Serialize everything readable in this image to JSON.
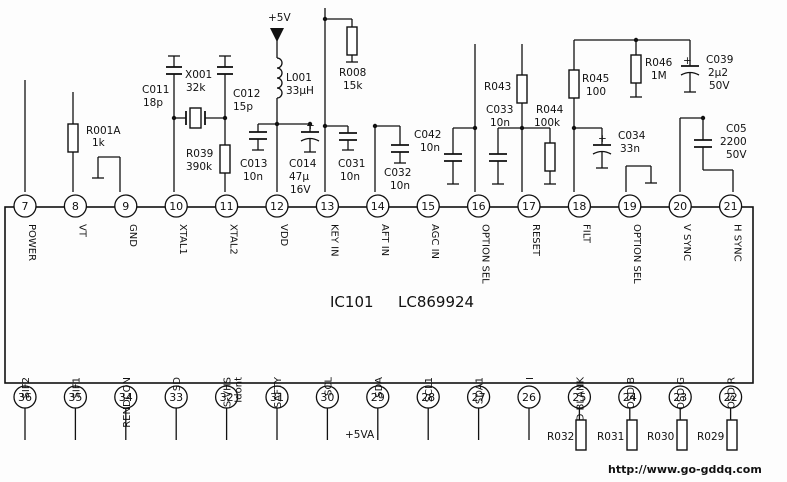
{
  "ic": {
    "ref": "IC101",
    "part": "LC869924"
  },
  "supply": {
    "plus5v": "+5V",
    "plus5va": "+5VA"
  },
  "top_pins": [
    {
      "num": "7",
      "label": "POWER"
    },
    {
      "num": "8",
      "label": "VT"
    },
    {
      "num": "9",
      "label": "GND"
    },
    {
      "num": "10",
      "label": "XTAL1"
    },
    {
      "num": "11",
      "label": "XTAL2"
    },
    {
      "num": "12",
      "label": "VDD"
    },
    {
      "num": "13",
      "label": "KEY IN"
    },
    {
      "num": "14",
      "label": "AFT IN"
    },
    {
      "num": "15",
      "label": "AGC IN"
    },
    {
      "num": "16",
      "label": "OPTION SEL"
    },
    {
      "num": "17",
      "label": "RESET"
    },
    {
      "num": "18",
      "label": "FILT"
    },
    {
      "num": "19",
      "label": "OPTION SEL"
    },
    {
      "num": "20",
      "label": "V SYNC"
    },
    {
      "num": "21",
      "label": "H SYNC"
    }
  ],
  "bottom_pins": [
    {
      "num": "36",
      "label": "SIF2"
    },
    {
      "num": "35",
      "label": "SIF1"
    },
    {
      "num": "34",
      "label": "RENDCON"
    },
    {
      "num": "33",
      "label": "SD"
    },
    {
      "num": "32",
      "label": "S-VHS",
      "label2": "Idont"
    },
    {
      "num": "31",
      "label": "SAFTY"
    },
    {
      "num": "30",
      "label": "SCL"
    },
    {
      "num": "29",
      "label": "SDA"
    },
    {
      "num": "28",
      "label": "SCL1"
    },
    {
      "num": "27",
      "label": "SDA1"
    },
    {
      "num": "26",
      "label": "I"
    },
    {
      "num": "25",
      "label": "OSD BLANK"
    },
    {
      "num": "24",
      "label": "OSD B"
    },
    {
      "num": "23",
      "label": "OSD G"
    },
    {
      "num": "22",
      "label": "OSD R"
    }
  ],
  "components": {
    "R001A": {
      "ref": "R001A",
      "value": "1k"
    },
    "C011": {
      "ref": "C011",
      "value": "18p"
    },
    "X001": {
      "ref": "X001",
      "value": "32k"
    },
    "C012": {
      "ref": "C012",
      "value": "15p"
    },
    "R039": {
      "ref": "R039",
      "value": "390k"
    },
    "L001": {
      "ref": "L001",
      "value": "33μH"
    },
    "C013": {
      "ref": "C013",
      "value": "10n"
    },
    "C014": {
      "ref": "C014",
      "value": "47μ",
      "value2": "16V"
    },
    "R008": {
      "ref": "R008",
      "value": "15k"
    },
    "C031": {
      "ref": "C031",
      "value": "10n"
    },
    "C032": {
      "ref": "C032",
      "value": "10n"
    },
    "C042": {
      "ref": "C042",
      "value": "10n"
    },
    "R043": {
      "ref": "R043"
    },
    "C033": {
      "ref": "C033",
      "value": "10n"
    },
    "R044": {
      "ref": "R044",
      "value": "100k"
    },
    "R045": {
      "ref": "R045",
      "value": "100"
    },
    "R046": {
      "ref": "R046",
      "value": "1M"
    },
    "C039": {
      "ref": "C039",
      "value": "2μ2",
      "value2": "50V"
    },
    "C034": {
      "ref": "C034",
      "value": "33n"
    },
    "C05": {
      "ref": "C05",
      "value": "2200",
      "value2": "50V"
    },
    "R032": {
      "ref": "R032"
    },
    "R031": {
      "ref": "R031"
    },
    "R030": {
      "ref": "R030"
    },
    "R029": {
      "ref": "R029"
    }
  },
  "watermark": "http://www.go-gddq.com"
}
